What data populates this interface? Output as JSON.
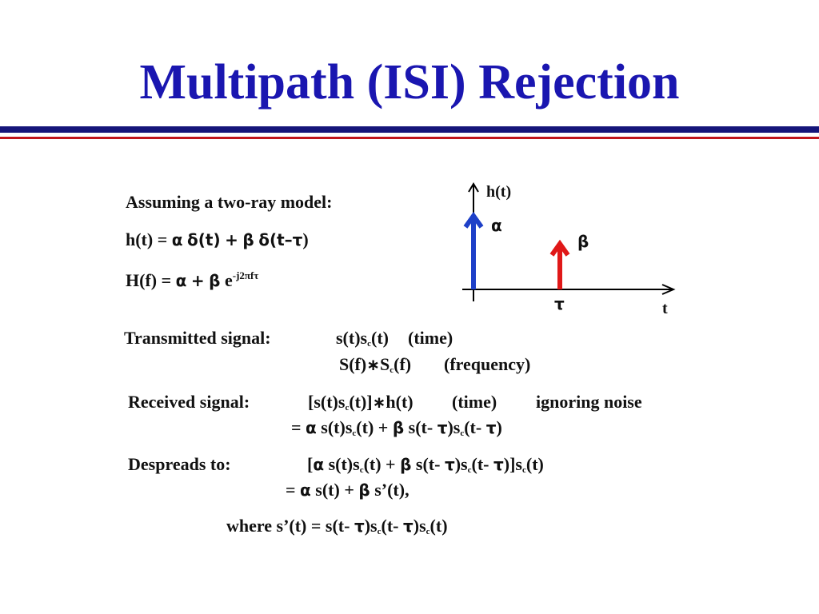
{
  "title": "Multipath (ISI) Rejection",
  "colors": {
    "title": "#1a16b0",
    "rule_navy": "#15157a",
    "rule_red": "#c0151c",
    "alpha_arrow": "#1e40c8",
    "beta_arrow": "#e01818"
  },
  "model": {
    "heading": "Assuming a two-ray model:",
    "h_lhs": "h(t) = ",
    "alpha": "α",
    "delta": "δ",
    "t_paren": "(t)",
    "plus": "+",
    "beta": "β",
    "t_minus": "(t–",
    "tau": "τ",
    "close": ")",
    "H_lhs": "H(f) = ",
    "e": "e",
    "exp": "-j2πfτ"
  },
  "graph": {
    "y_label": "h(t)",
    "x_label": "t",
    "alpha_label": "α",
    "beta_label": "β",
    "tau_label": "τ",
    "alpha_height": 1.0,
    "beta_height": 0.62
  },
  "transmitted": {
    "label": "Transmitted signal:",
    "time_expr_a": "s(t)s",
    "c": "c",
    "time_expr_b": "(t)",
    "time_tag": "(time)",
    "freq_expr_a": "S(f)",
    "conv": "∗",
    "freq_expr_b": "S",
    "freq_expr_c": "(f)",
    "freq_tag": "(frequency)"
  },
  "received": {
    "label": "Received signal:",
    "expr_a": "[s(t)s",
    "expr_b": "(t)]",
    "conv": "∗",
    "expr_c": "h(t)",
    "time_tag": "(time)",
    "note": "ignoring noise",
    "eq": "= ",
    "alpha": "α",
    "s1": " s(t)s",
    "p1": "(t) + ",
    "beta": "β",
    "s2": " s(t- ",
    "tau": "τ",
    "s3": ")s",
    "s4": "(t- ",
    "close": ")"
  },
  "despread": {
    "label": "Despreads to:",
    "open": "[",
    "alpha": "α",
    "s1": " s(t)s",
    "p1": "(t) + ",
    "beta": "β",
    "s2": " s(t- ",
    "tau": "τ",
    "s3": ")s",
    "s4": "(t- ",
    "s5": ")]s",
    "s6": "(t)",
    "eq": "= ",
    "r1": " s(t) + ",
    "r2": " s’(t),"
  },
  "where": {
    "a": "where  s’(t) = s(t- ",
    "tau": "τ",
    "b": ")s",
    "c": "(t- ",
    "d": ")s",
    "e": "(t)"
  }
}
